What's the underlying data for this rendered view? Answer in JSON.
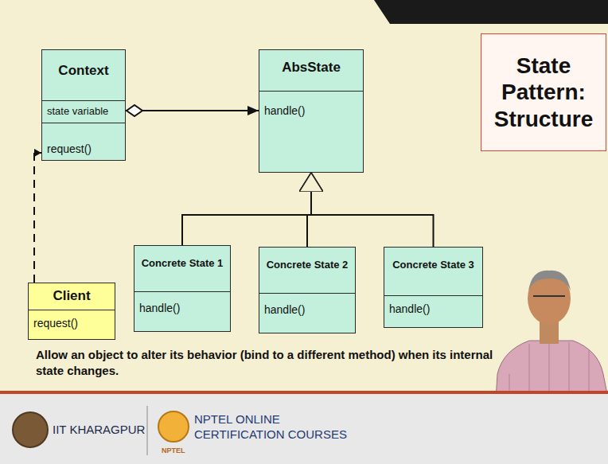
{
  "diagram": {
    "title": "State Pattern: Structure",
    "caption": "Allow an object to alter its behavior (bind to a different method) when its internal state changes.",
    "nodes": [
      {
        "text": [
          "Context",
          "state variable",
          "request()"
        ]
      },
      {
        "text": [
          "AbsState",
          "handle()"
        ]
      },
      {
        "text": [
          "Concrete State 1",
          "handle()"
        ]
      },
      {
        "text": [
          "Concrete State 2",
          "handle()"
        ]
      },
      {
        "text": [
          "Concrete State 3",
          "handle()"
        ]
      },
      {
        "text": [
          "Client",
          "request()"
        ]
      }
    ],
    "edges": [
      {
        "from": 0,
        "to": 1,
        "arrow": "to"
      },
      {
        "from": 2,
        "to": 1,
        "arrow": "to"
      },
      {
        "from": 3,
        "to": 1,
        "arrow": "to"
      },
      {
        "from": 4,
        "to": 1,
        "arrow": "to"
      },
      {
        "from": 5,
        "to": 0,
        "arrow": "to"
      }
    ],
    "labels": [
      "IIT KHARAGPUR",
      "NPTEL ONLINE",
      "CERTIFICATION COURSES",
      "NPTEL"
    ]
  }
}
